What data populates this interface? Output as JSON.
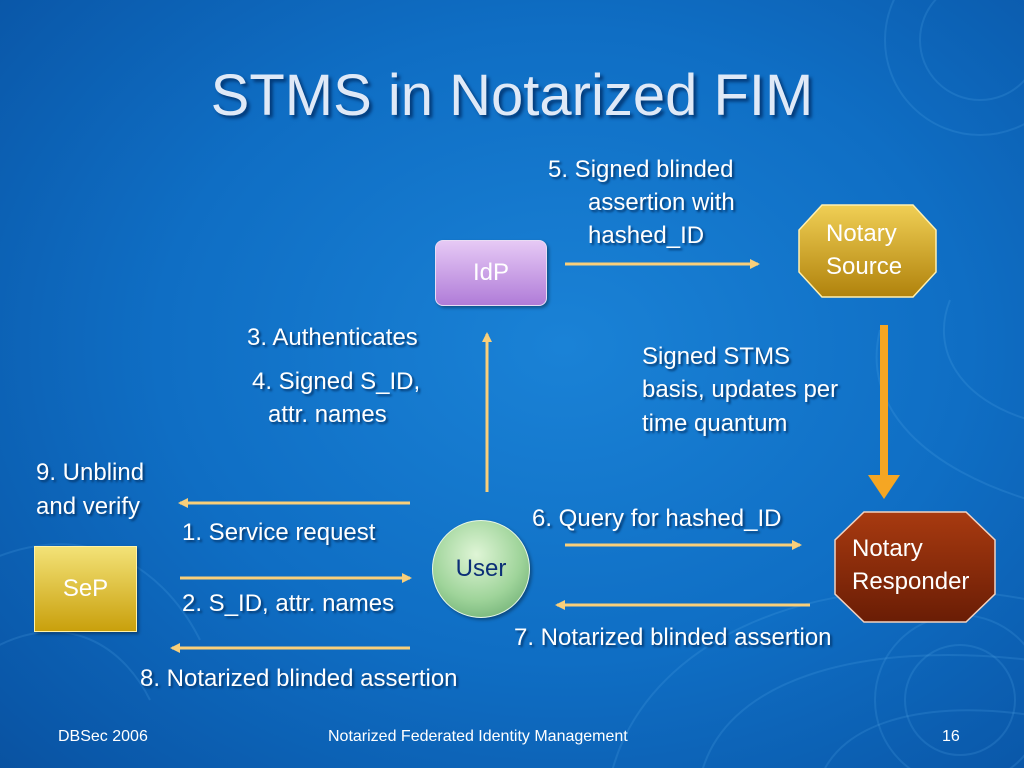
{
  "title": "STMS in Notarized FIM",
  "nodes": {
    "idp": "IdP",
    "sep": "SeP",
    "user": "User",
    "notary_source": [
      "Notary",
      "Source"
    ],
    "notary_responder": [
      "Notary",
      "Responder"
    ]
  },
  "steps": {
    "s1": "1. Service request",
    "s2": "2. S_ID, attr. names",
    "s3": "3. Authenticates",
    "s4": [
      "4. Signed S_ID,",
      "attr. names"
    ],
    "s5": [
      "5. Signed blinded",
      "assertion with",
      "hashed_ID"
    ],
    "s6": "6. Query for hashed_ID",
    "s7": "7. Notarized blinded assertion",
    "s8": "8. Notarized blinded assertion",
    "s9": [
      "9. Unblind",
      "and verify"
    ],
    "stms": [
      "Signed STMS",
      "basis, updates per",
      "time quantum"
    ]
  },
  "footer": {
    "left": "DBSec 2006",
    "center": "Notarized Federated Identity Management",
    "page": "16"
  },
  "colors": {
    "arrow": "#f9cf7a",
    "thick_arrow": "#f5a623",
    "notary_source": "#d4a72a",
    "notary_responder": "#8a2a08"
  }
}
